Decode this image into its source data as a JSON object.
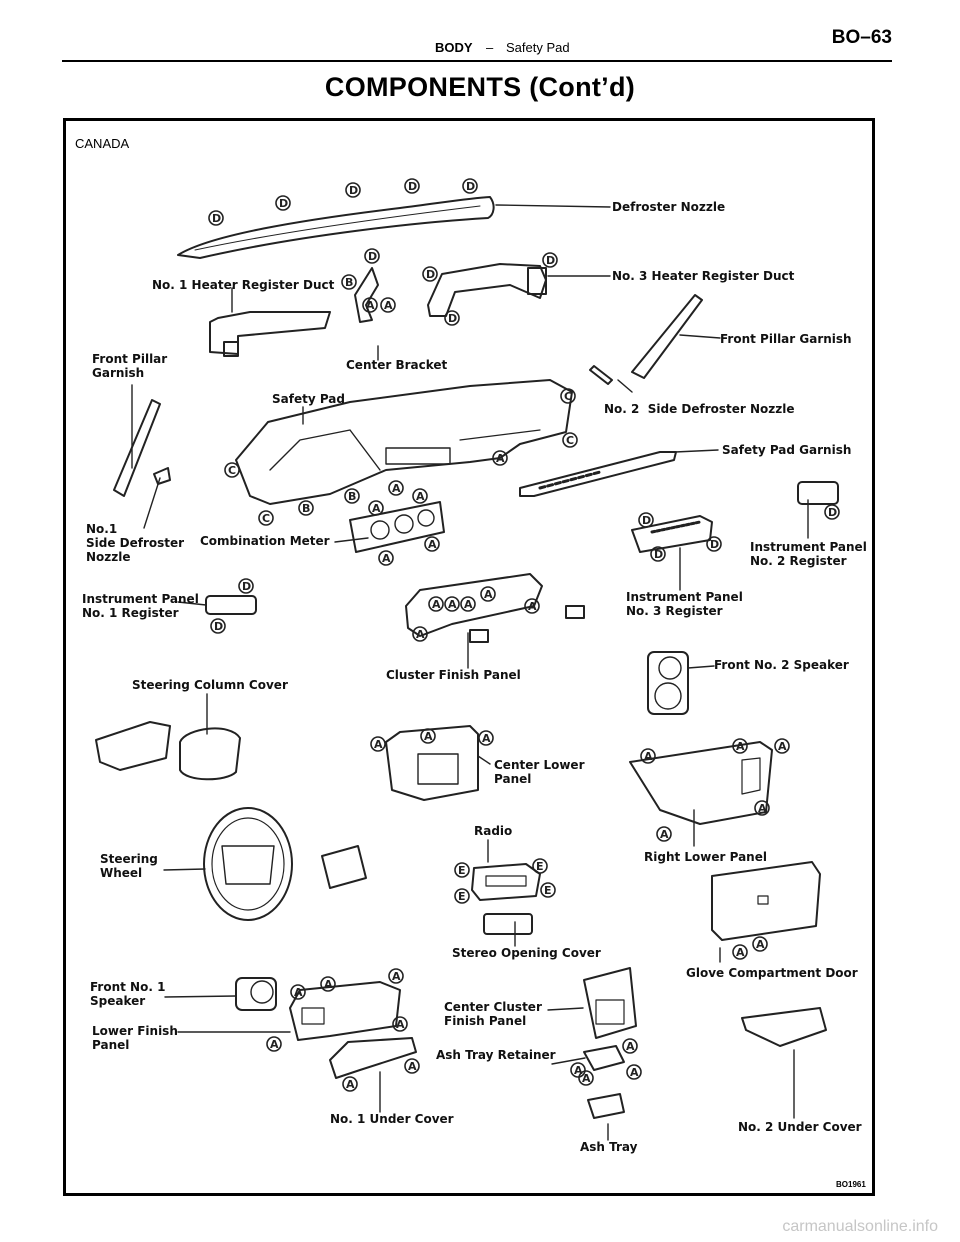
{
  "header": {
    "section": "BODY",
    "separator": "–",
    "topic": "Safety Pad",
    "page": "BO–63"
  },
  "title": "COMPONENTS (Cont’d)",
  "region": "CANADA",
  "figure_code": "BO1961",
  "footer": "carmanualsonline.info",
  "labels": {
    "defroster_nozzle": "Defroster Nozzle",
    "no1_heater_register_duct": "No. 1 Heater Register Duct",
    "no3_heater_register_duct": "No. 3 Heater Register Duct",
    "front_pillar_garnish_left": "Front Pillar\nGarnish",
    "front_pillar_garnish_right": "Front Pillar Garnish",
    "center_bracket": "Center Bracket",
    "safety_pad": "Safety Pad",
    "no2_side_defroster_nozzle": "No. 2  Side Defroster Nozzle",
    "safety_pad_garnish": "Safety Pad Garnish",
    "no1_side_defroster_nozzle": "No.1\nSide Defroster\nNozzle",
    "combination_meter": "Combination Meter",
    "instrument_panel_no2_register": "Instrument Panel\nNo. 2 Register",
    "instrument_panel_no1_register": "Instrument Panel\nNo. 1 Register",
    "instrument_panel_no3_register": "Instrument Panel\nNo. 3 Register",
    "cluster_finish_panel": "Cluster Finish Panel",
    "front_no2_speaker": "Front No. 2 Speaker",
    "steering_column_cover": "Steering Column Cover",
    "center_lower_panel": "Center Lower\nPanel",
    "right_lower_panel": "Right Lower Panel",
    "radio": "Radio",
    "steering_wheel": "Steering\nWheel",
    "stereo_opening_cover": "Stereo Opening Cover",
    "glove_compartment_door": "Glove Compartment Door",
    "front_no1_speaker": "Front No. 1\nSpeaker",
    "center_cluster_finish_panel": "Center Cluster\nFinish Panel",
    "lower_finish_panel": "Lower Finish\nPanel",
    "ash_tray_retainer": "Ash Tray Retainer",
    "no1_under_cover": "No. 1 Under Cover",
    "no2_under_cover": "No. 2 Under Cover",
    "ash_tray": "Ash Tray"
  }
}
